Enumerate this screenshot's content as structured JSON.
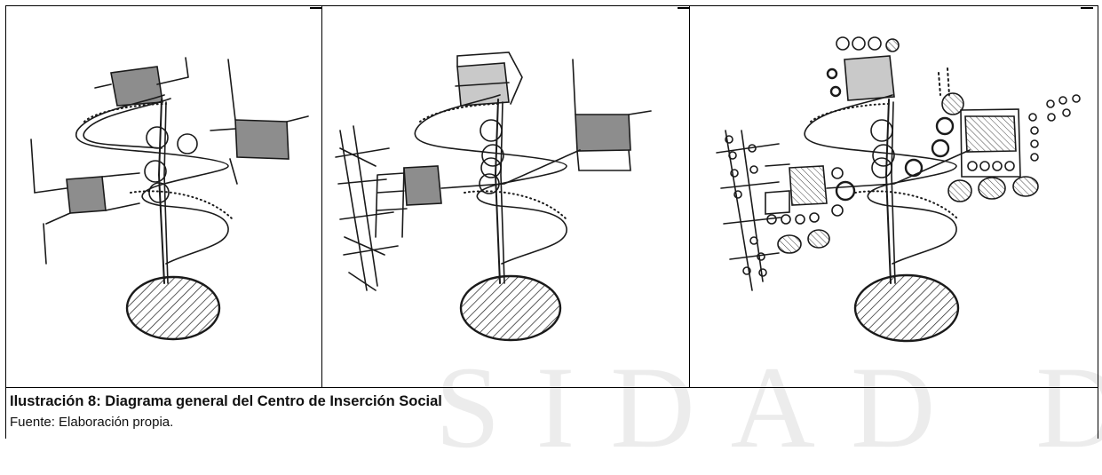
{
  "figure": {
    "caption_title": "Ilustración 8: Diagrama general del Centro de Inserción Social",
    "caption_source": "Fuente: Elaboración propia.",
    "watermark_text": "SIDAD D",
    "panels": [
      {
        "name": "sketch-1"
      },
      {
        "name": "sketch-2"
      },
      {
        "name": "sketch-3"
      }
    ]
  },
  "colors": {
    "ink": "#1a1a1a",
    "shade": "#8d8d8d",
    "light_shade": "#c9c9c9",
    "border": "#000000",
    "watermark": "#ececec"
  }
}
